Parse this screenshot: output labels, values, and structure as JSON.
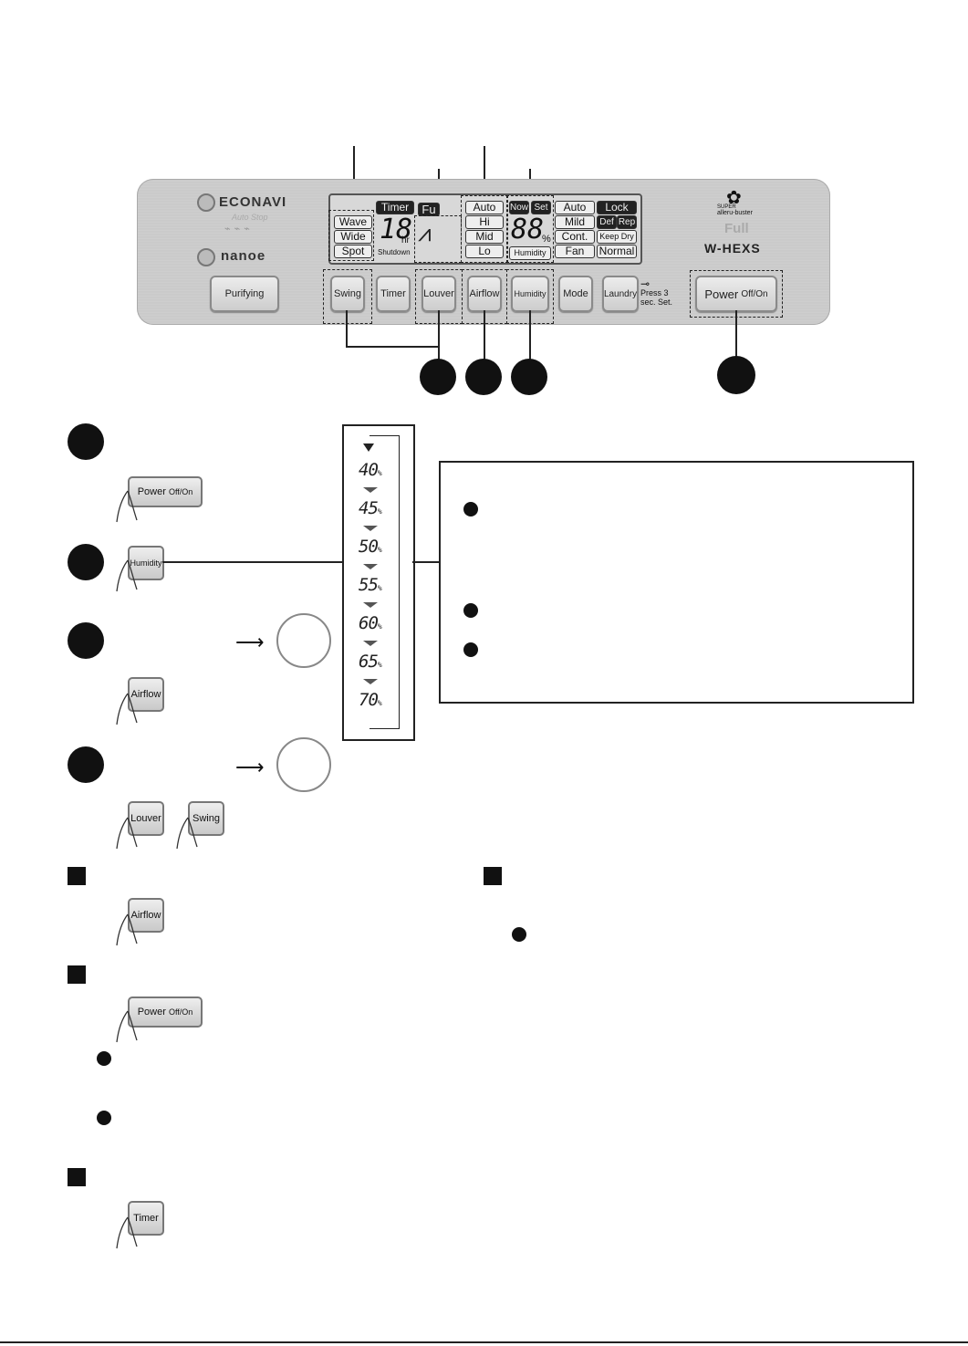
{
  "panel": {
    "brand_econavi": "ECONAVI",
    "brand_autostop": "Auto Stop",
    "brand_nanoe": "nanoe",
    "brand_super": "SUPER",
    "brand_allerbuster": "alleru-buster",
    "brand_full": "Full",
    "brand_whexs": "W-HEXS",
    "lcd": {
      "timer": "Timer",
      "wave": "Wave",
      "wide": "Wide",
      "spot": "Spot",
      "digits_timer": "18",
      "hr": "hr",
      "shutdown": "Shutdown",
      "fu": "Fu",
      "auto1": "Auto",
      "hi": "Hi",
      "mid": "Mid",
      "lo": "Lo",
      "now": "Now",
      "set": "Set",
      "digits_humidity": "88",
      "percent": "%",
      "humidity": "Humidity",
      "auto2": "Auto",
      "mild": "Mild",
      "cont": "Cont.",
      "fan": "Fan",
      "lock": "Lock",
      "def": "Def",
      "rep": "Rep",
      "keepdry": "Keep Dry",
      "normal": "Normal"
    },
    "buttons": {
      "purifying": "Purifying",
      "swing": "Swing",
      "timer": "Timer",
      "louver": "Louver",
      "airflow": "Airflow",
      "humidity": "Humidity",
      "mode": "Mode",
      "laundry": "Laundry",
      "press3": "Press 3",
      "secset": "sec. Set.",
      "power": "Power",
      "offon": "Off/On"
    }
  },
  "steps": {
    "power_label": "Power",
    "power_offon": "Off/On",
    "humidity_label": "Humidity",
    "airflow_label": "Airflow",
    "louver_label": "Louver",
    "swing_label": "Swing",
    "airflow2_label": "Airflow",
    "power2_label": "Power",
    "power2_offon": "Off/On",
    "timer_label": "Timer"
  },
  "humidity_levels": [
    "40",
    "45",
    "50",
    "55",
    "60",
    "65",
    "70"
  ],
  "humidity_unit": "%"
}
